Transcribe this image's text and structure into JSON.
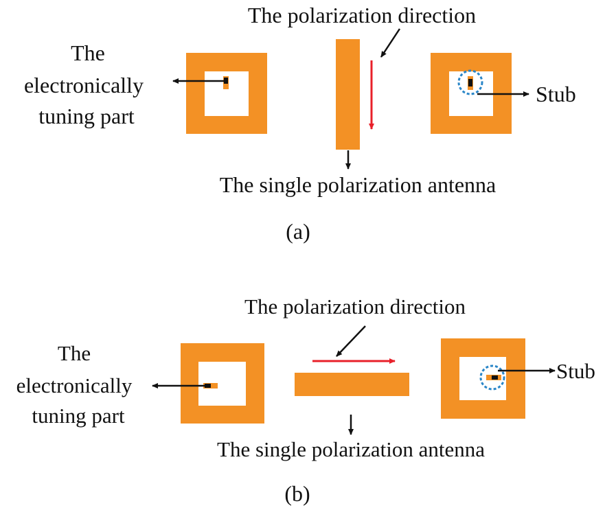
{
  "colors": {
    "patch": "#F39125",
    "polarization_arrow": "#E8202A",
    "annotation_arrow": "#111111",
    "stub_marker": "#111111",
    "stub_circle": "#2A86C8",
    "background": "#FFFFFF"
  },
  "panel_a": {
    "caption": "(a)",
    "polarization_label": "The polarization direction",
    "antenna_label": "The single polarization antenna",
    "tuning_label_line1": "The",
    "tuning_label_line2": "electronically",
    "tuning_label_line3": "tuning part",
    "stub_label": "Stub",
    "antenna_orientation": "vertical"
  },
  "panel_b": {
    "caption": "(b)",
    "polarization_label": "The polarization direction",
    "antenna_label": "The single polarization antenna",
    "tuning_label_line1": "The",
    "tuning_label_line2": "electronically",
    "tuning_label_line3": "tuning part",
    "stub_label": "Stub",
    "antenna_orientation": "horizontal"
  }
}
